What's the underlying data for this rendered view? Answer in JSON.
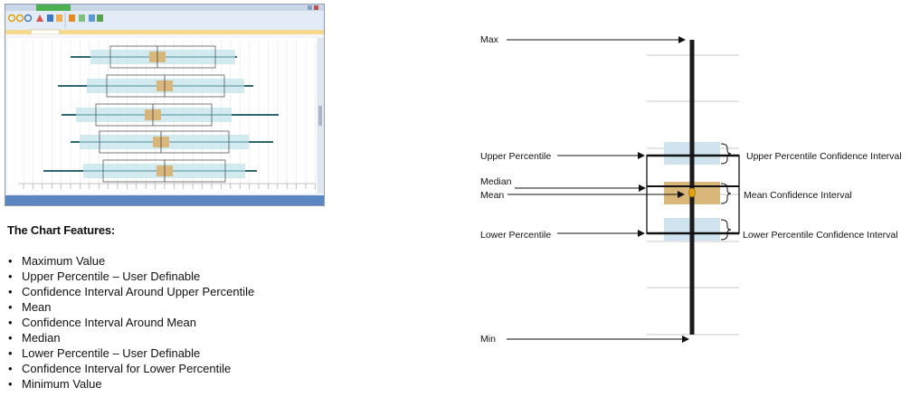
{
  "features": {
    "title": "The Chart Features:",
    "items": [
      "Maximum Value",
      "Upper Percentile – User Definable",
      "Confidence Interval Around Upper Percentile",
      "Mean",
      "Confidence Interval Around Mean",
      "Median",
      "Lower Percentile – User Definable",
      "Confidence Interval for Lower Percentile",
      "Minimum Value"
    ]
  },
  "diagram": {
    "labels": {
      "max": "Max",
      "upper_percentile": "Upper Percentile",
      "median": "Median",
      "mean": "Mean",
      "lower_percentile": "Lower Percentile",
      "min": "Min"
    },
    "annotations": {
      "upper_ci": "Upper Percentile Confidence Interval",
      "mean_ci": "Mean Confidence Interval",
      "lower_ci": "Lower Percentile Confidence Interval"
    }
  },
  "colors": {
    "ci_blue": "#cfe4ee",
    "mean_ci": "#d9b77a",
    "mean_dot": "#e4a30e",
    "whisker": "#1b1b1b",
    "gridline": "#c8c8c8",
    "ribbon": "#bfe3ea",
    "ribbon_tab": "#4caf50",
    "whisker_teal": "#2e6770"
  },
  "screenshot": {
    "icons": [
      "undo-icon",
      "redo-icon",
      "chart-icon",
      "warning-icon",
      "settings-icon",
      "export-icon"
    ]
  }
}
